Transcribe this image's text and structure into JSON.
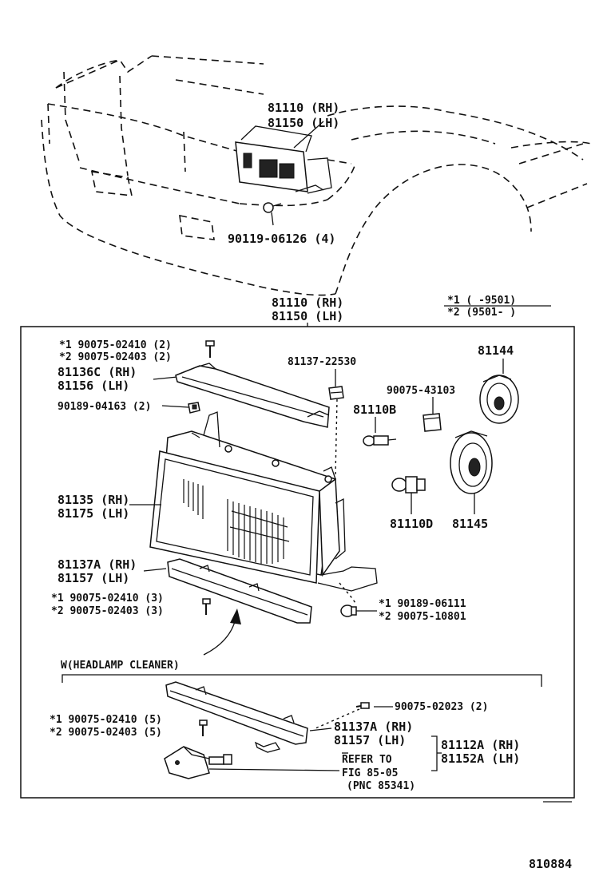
{
  "diagram": {
    "labels": {
      "car_hl_rh": "81110 (RH)",
      "car_hl_lh": "81150 (LH)",
      "car_bolt": "90119-06126 (4)",
      "assy_rh": "81110 (RH)",
      "assy_lh": "81150 (LH)",
      "note1": "*1 (      -9501)",
      "note2": "*2 (9501-      )",
      "screw_top_1": "*1 90075-02410 (2)",
      "screw_top_2": "*2 90075-02403 (2)",
      "bracket_top_rh": "81136C (RH)",
      "bracket_top_lh": "81156  (LH)",
      "clip_top": "90189-04163 (2)",
      "nut": "81137-22530",
      "p81144": "81144",
      "p90075_43103": "90075-43103",
      "p81110b": "81110B",
      "unit_rh": "81135 (RH)",
      "unit_lh": "81175 (LH)",
      "p81110d": "81110D",
      "p81145": "81145",
      "bracket_bot_rh": "81137A (RH)",
      "bracket_bot_lh": "81157  (LH)",
      "screw_bot_1": "*1 90075-02410 (3)",
      "screw_bot_2": "*2 90075-02403 (3)",
      "clip_bot_1": "*1 90189-06111",
      "clip_bot_2": "*2 90075-10801",
      "cleaner_title": "W(HEADLAMP CLEANER)",
      "cleaner_screw": "90075-02023 (2)",
      "cleaner_screw_1": "*1 90075-02410 (5)",
      "cleaner_screw_2": "*2 90075-02403 (5)",
      "cleaner_bracket_rh": "81137A (RH)",
      "cleaner_bracket_lh": "81157  (LH)",
      "cleaner_assy_rh": "81112A (RH)",
      "cleaner_assy_lh": "81152A (LH)",
      "refer_1": "REFER TO",
      "refer_2": "FIG 85-05",
      "refer_3": "(PNC 85341)",
      "figure_no": "810884"
    }
  }
}
